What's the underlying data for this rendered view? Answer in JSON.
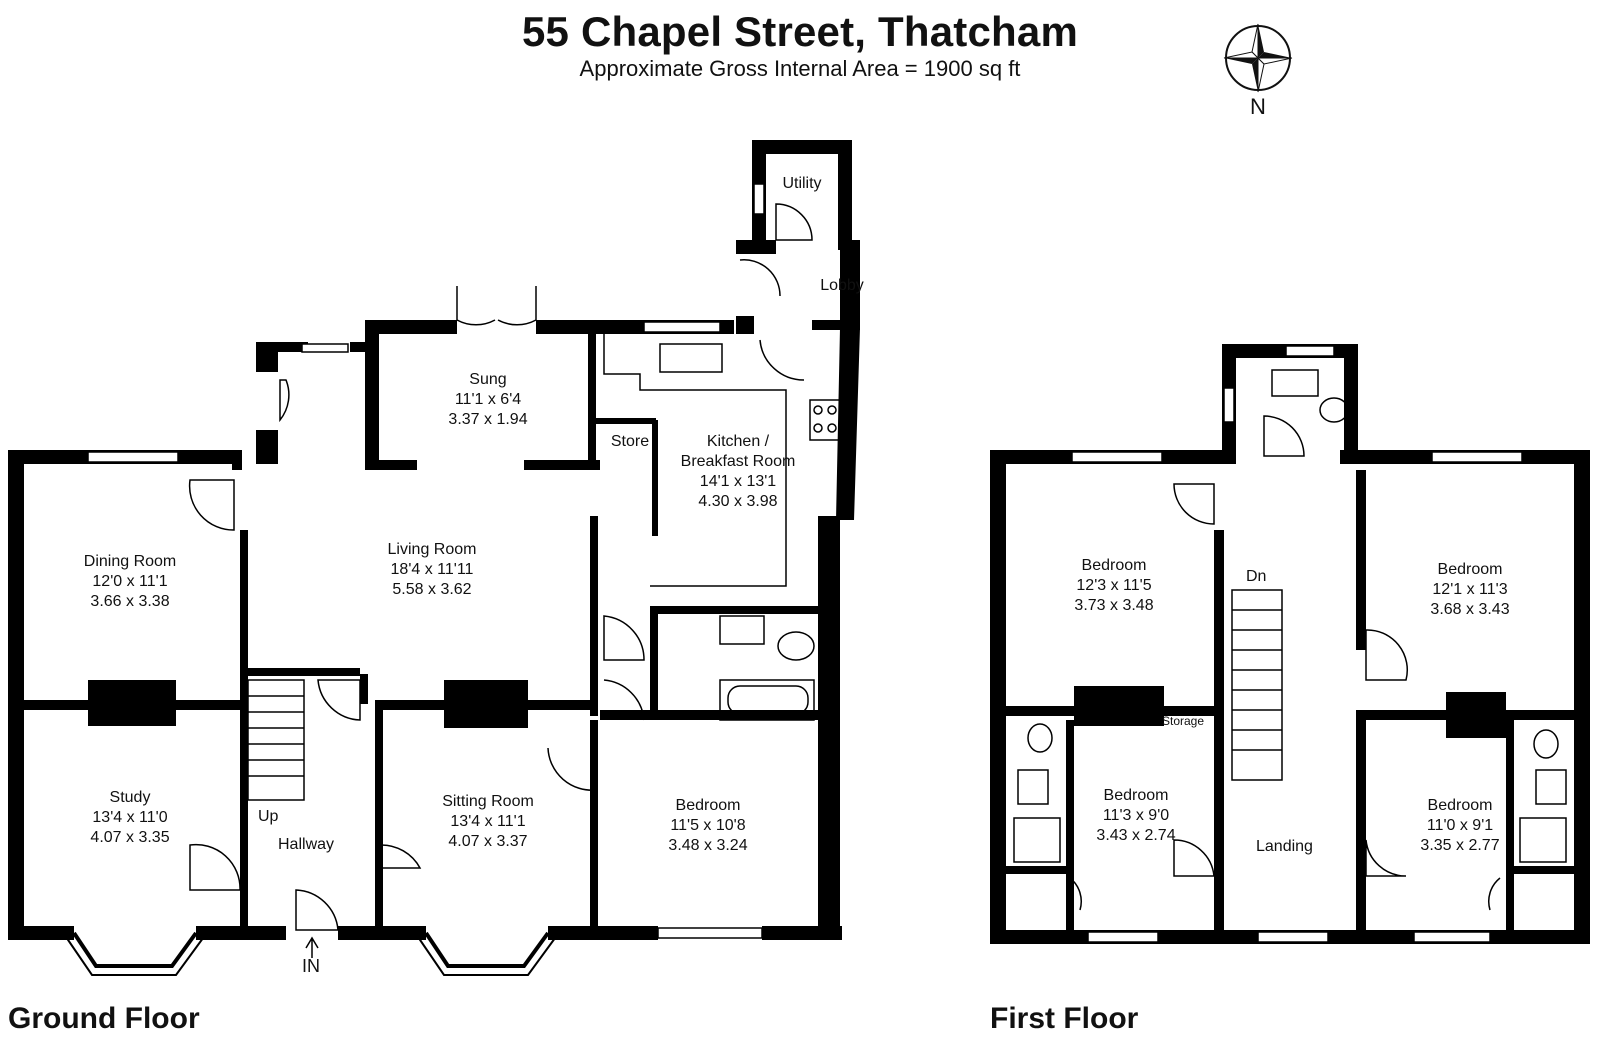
{
  "header": {
    "title": "55 Chapel Street, Thatcham",
    "subtitle_prefix": "Approximate Gross Internal Area =",
    "subtitle_value": "1900 sq ft"
  },
  "compass": {
    "label": "N",
    "icon": "compass-rose-icon"
  },
  "floors": {
    "ground": "Ground Floor",
    "first": "First Floor"
  },
  "ground_rooms": {
    "utility": {
      "name": "Utility"
    },
    "lobby": {
      "name": "Lobby"
    },
    "sung": {
      "name": "Sung",
      "imperial": "11'1 x 6'4",
      "metric": "3.37 x 1.94"
    },
    "store": {
      "name": "Store"
    },
    "kitchen": {
      "name_line1": "Kitchen /",
      "name_line2": "Breakfast Room",
      "imperial": "14'1 x 13'1",
      "metric": "4.30 x 3.98"
    },
    "dining": {
      "name": "Dining Room",
      "imperial": "12'0 x 11'1",
      "metric": "3.66 x 3.38"
    },
    "living": {
      "name": "Living Room",
      "imperial": "18'4 x 11'11",
      "metric": "5.58 x 3.62"
    },
    "study": {
      "name": "Study",
      "imperial": "13'4 x 11'0",
      "metric": "4.07 x 3.35"
    },
    "hallway": {
      "name": "Hallway"
    },
    "up": {
      "name": "Up"
    },
    "sitting": {
      "name": "Sitting Room",
      "imperial": "13'4 x 11'1",
      "metric": "4.07 x 3.37"
    },
    "bedroom": {
      "name": "Bedroom",
      "imperial": "11'5 x 10'8",
      "metric": "3.48 x 3.24"
    },
    "entrance": {
      "name": "IN"
    }
  },
  "first_rooms": {
    "bedroom_nw": {
      "name": "Bedroom",
      "imperial": "12'3 x 11'5",
      "metric": "3.73 x 3.48"
    },
    "bedroom_ne": {
      "name": "Bedroom",
      "imperial": "12'1 x 11'3",
      "metric": "3.68 x 3.43"
    },
    "bedroom_sw": {
      "name": "Bedroom",
      "imperial": "11'3 x 9'0",
      "metric": "3.43 x 2.74"
    },
    "bedroom_se": {
      "name": "Bedroom",
      "imperial": "11'0 x 9'1",
      "metric": "3.35 x 2.77"
    },
    "storage": {
      "name": "Storage"
    },
    "landing": {
      "name": "Landing"
    },
    "dn": {
      "name": "Dn"
    }
  }
}
